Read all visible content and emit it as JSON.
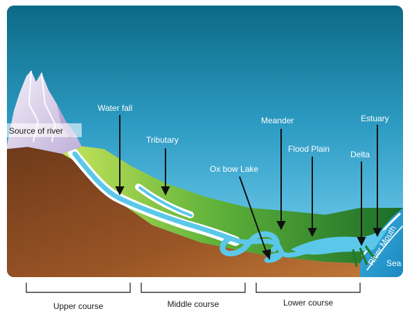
{
  "labels": {
    "source": "Source of river",
    "waterfall": "Water fall",
    "tributary": "Tributary",
    "oxbow": "Ox bow Lake",
    "meander": "Meander",
    "floodplain": "Flood Plain",
    "delta": "Delta",
    "estuary": "Estuary",
    "river_mouth": "River Mouth",
    "sea": "Sea"
  },
  "courses": {
    "upper": "Upper course",
    "middle": "Middle course",
    "lower": "Lower course"
  },
  "colors": {
    "sky_top": "#0f6f8a",
    "sky_bottom": "#5fc6ee",
    "earth": "#8a4b22",
    "grass_light": "#b5dd4a",
    "grass_dark": "#1f7a2a",
    "river": "#5bc8ea",
    "sea": "#4ab8e0",
    "snow": "#e8dff0"
  }
}
